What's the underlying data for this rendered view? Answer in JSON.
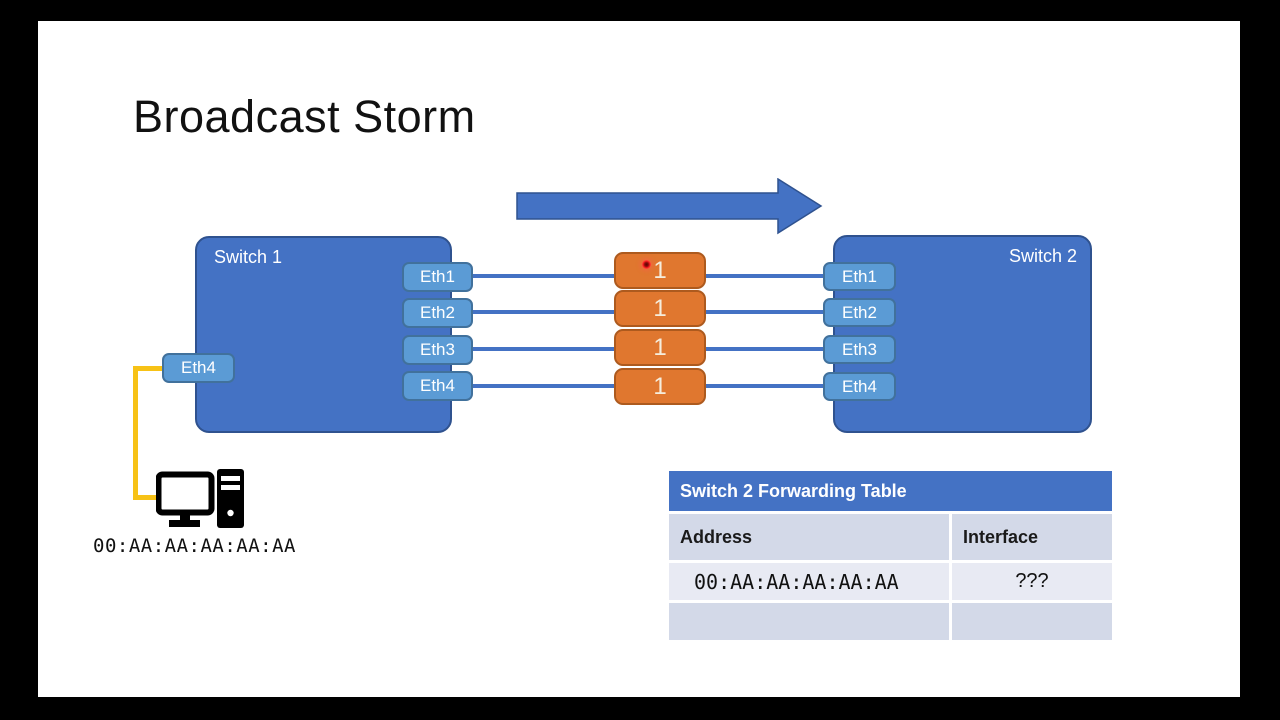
{
  "title": "Broadcast Storm",
  "switch1": {
    "label": "Switch 1",
    "ports_right": [
      "Eth1",
      "Eth2",
      "Eth3",
      "Eth4"
    ],
    "port_left": "Eth4"
  },
  "switch2": {
    "label": "Switch 2",
    "ports_left": [
      "Eth1",
      "Eth2",
      "Eth3",
      "Eth4"
    ]
  },
  "packets": {
    "labels": [
      "1",
      "1",
      "1",
      "1"
    ]
  },
  "host": {
    "mac": "00:AA:AA:AA:AA:AA"
  },
  "forwarding_table": {
    "title": "Switch 2 Forwarding Table",
    "columns": [
      "Address",
      "Interface"
    ],
    "rows": [
      {
        "address": "00:AA:AA:AA:AA:AA",
        "interface": "???"
      },
      {
        "address": "",
        "interface": ""
      }
    ]
  },
  "colors": {
    "switch_fill": "#4472C4",
    "switch_border": "#2F528F",
    "port_fill": "#5B9BD5",
    "port_border": "#41719C",
    "wire": "#4472C4",
    "packet_fill": "#E0772F",
    "packet_border": "#AD5A1E",
    "cable": "#F7C216",
    "table_header_fill": "#4472C4",
    "table_band_dark": "#D3D9E8",
    "table_band_light": "#E8EAF3",
    "laser_dot": "#FF2222"
  }
}
